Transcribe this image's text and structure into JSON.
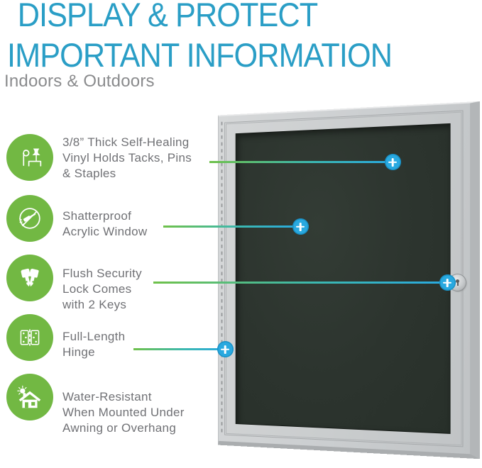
{
  "header": {
    "title_line1": "DISPLAY & PROTECT",
    "title_line2": "IMPORTANT INFORMATION",
    "subtitle": "Indoors & Outdoors"
  },
  "features": [
    {
      "icon": "tack-pin-staple-icon",
      "lines": [
        "3/8” Thick Self-Healing",
        "Vinyl Holds Tacks, Pins",
        "& Staples"
      ]
    },
    {
      "icon": "no-hammer-shatterproof-icon",
      "lines": [
        "Shatterproof",
        "Acrylic Window"
      ]
    },
    {
      "icon": "two-keys-icon",
      "lines": [
        "Flush Security",
        "Lock Comes",
        "with 2 Keys"
      ]
    },
    {
      "icon": "door-hinge-icon",
      "lines": [
        "Full-Length",
        "Hinge"
      ]
    },
    {
      "icon": "house-sun-icon",
      "lines": [
        "Water-Resistant",
        "When Mounted Under",
        "Awning or Overhang"
      ]
    }
  ],
  "board": {
    "description": "enclosed bulletin board with silver aluminum frame, acrylic door and dark tack surface"
  },
  "callouts": [
    "vinyl-tack-surface",
    "acrylic-window",
    "security-lock",
    "full-length-hinge"
  ],
  "colors": {
    "title_cyan": "#2A9EC6",
    "subtitle_gray": "#8A8B8D",
    "feature_text_gray": "#707175",
    "icon_green": "#72B843",
    "line_green": "#6FC14A",
    "marker_cyan": "#29A9E0",
    "frame_silver": "#CBCED0",
    "board_surface": "#2C342E"
  }
}
